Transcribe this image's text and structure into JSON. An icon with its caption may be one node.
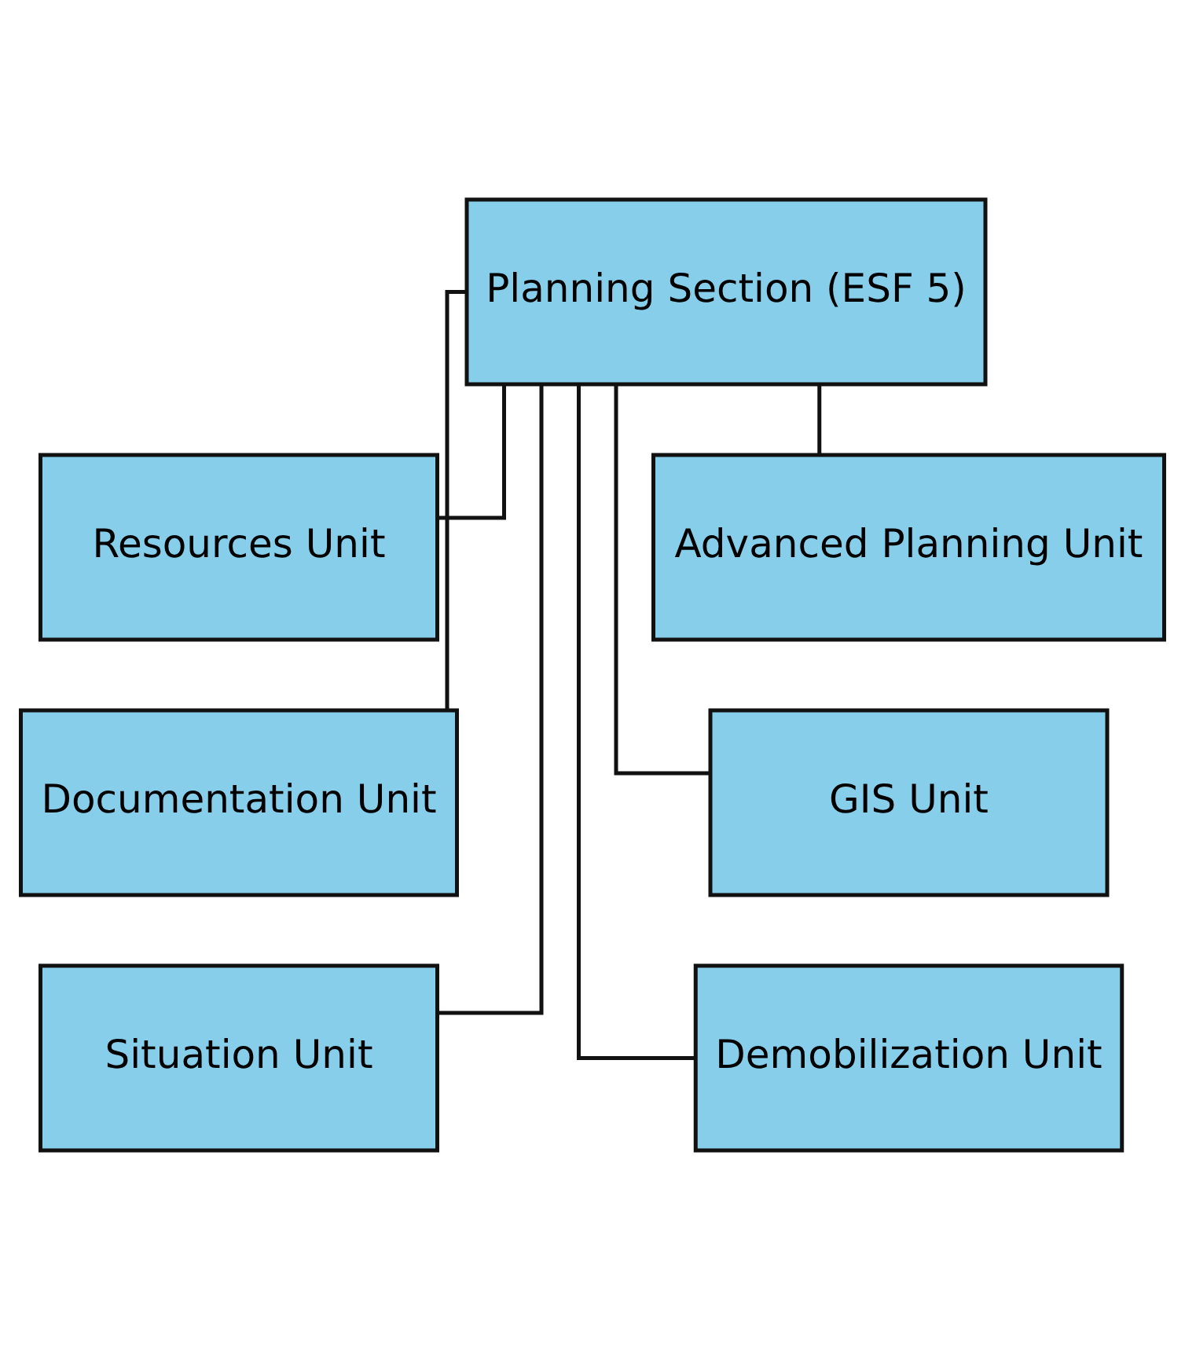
{
  "diagram": {
    "nodes": [
      {
        "text": [
          "Planning Section (ESF 5)"
        ]
      },
      {
        "text": [
          "Resources Unit"
        ]
      },
      {
        "text": [
          "Advanced Planning Unit"
        ]
      },
      {
        "text": [
          "Documentation Unit"
        ]
      },
      {
        "text": [
          "GIS Unit"
        ]
      },
      {
        "text": [
          "Situation Unit"
        ]
      },
      {
        "text": [
          "Demobilization Unit"
        ]
      }
    ],
    "edges": [
      {
        "from": 0,
        "to": 1,
        "arrow": "none"
      },
      {
        "from": 0,
        "to": 2,
        "arrow": "none"
      },
      {
        "from": 0,
        "to": 3,
        "arrow": "none"
      },
      {
        "from": 0,
        "to": 4,
        "arrow": "none"
      },
      {
        "from": 0,
        "to": 5,
        "arrow": "none"
      },
      {
        "from": 0,
        "to": 6,
        "arrow": "none"
      }
    ]
  }
}
